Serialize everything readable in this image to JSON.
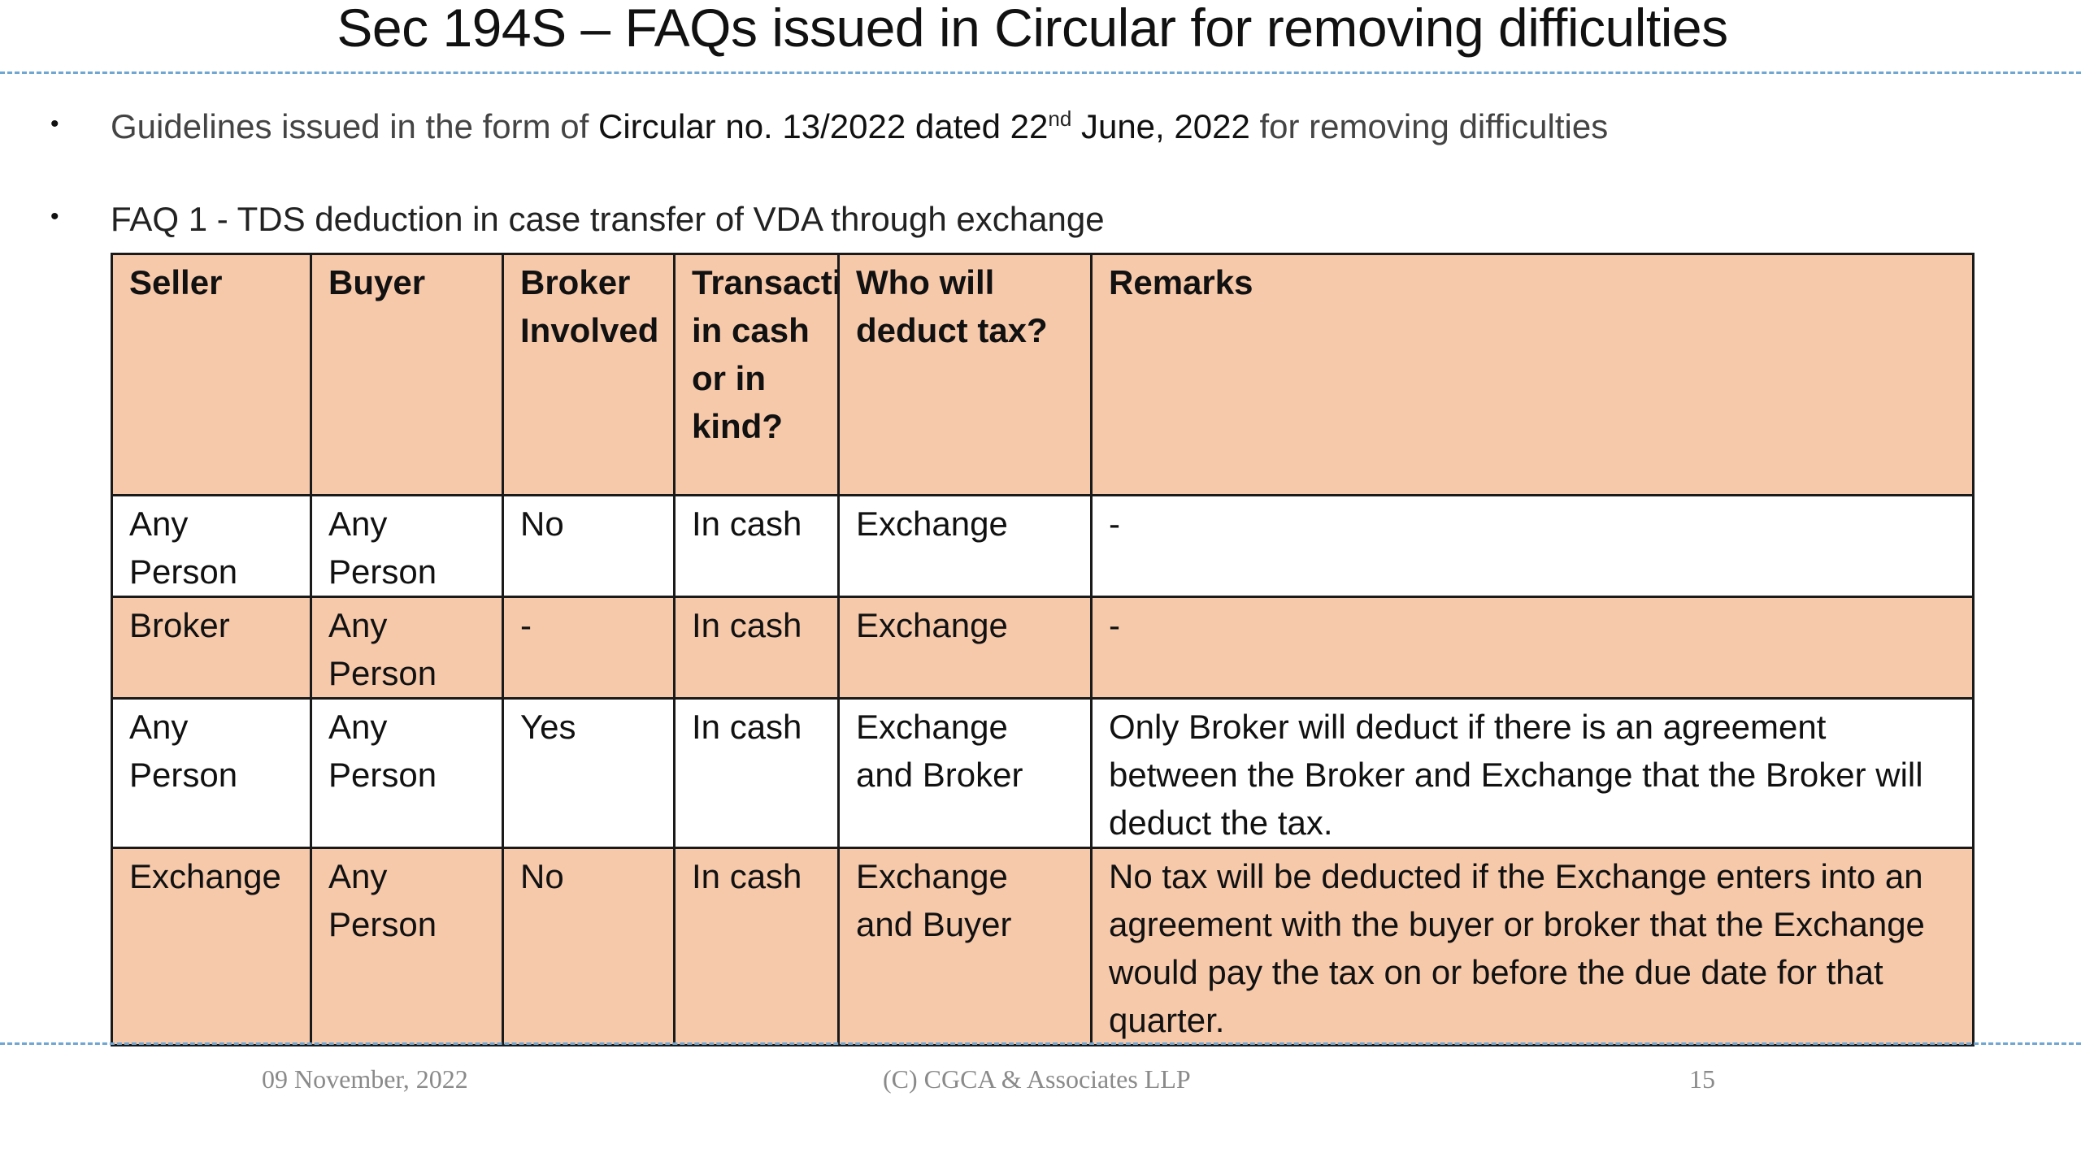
{
  "slide": {
    "title": "Sec 194S – FAQs issued in Circular for removing difficulties",
    "bullet1": {
      "prefix": "Guidelines issued in the form of ",
      "circular": "Circular no. 13/2022 dated 22",
      "sup": "nd",
      "date_rest": " June, 2022",
      "suffix": " for removing difficulties"
    },
    "bullet2": "FAQ 1 -  TDS deduction in case transfer of VDA through exchange",
    "bullet_glyph": "•"
  },
  "table": {
    "headers": [
      "Seller",
      "Buyer",
      "Broker Involved",
      "Transaction in cash or in kind?",
      "Who will deduct tax?",
      "Remarks"
    ],
    "rows": [
      [
        "Any Person",
        "Any Person",
        "No",
        "In cash",
        "Exchange",
        "-"
      ],
      [
        "Broker",
        "Any Person",
        "-",
        "In cash",
        "Exchange",
        "-"
      ],
      [
        "Any Person",
        "Any Person",
        "Yes",
        "In cash",
        "Exchange and Broker",
        "Only Broker will deduct if there is an agreement between the Broker and Exchange that the Broker will deduct the tax."
      ],
      [
        "Exchange",
        "Any Person",
        "No",
        "In cash",
        "Exchange and Buyer",
        "No tax will be deducted if the Exchange enters into an agreement with the buyer or broker that the Exchange would pay the tax on or before the due date for that quarter."
      ]
    ]
  },
  "footer": {
    "date": "09 November, 2022",
    "copyright": "(C) CGCA & Associates LLP",
    "page": "15"
  },
  "colors": {
    "peach_row": "#f7c9ab",
    "dash_line": "#6fa6d2",
    "footer_text": "#8a8a8a"
  }
}
